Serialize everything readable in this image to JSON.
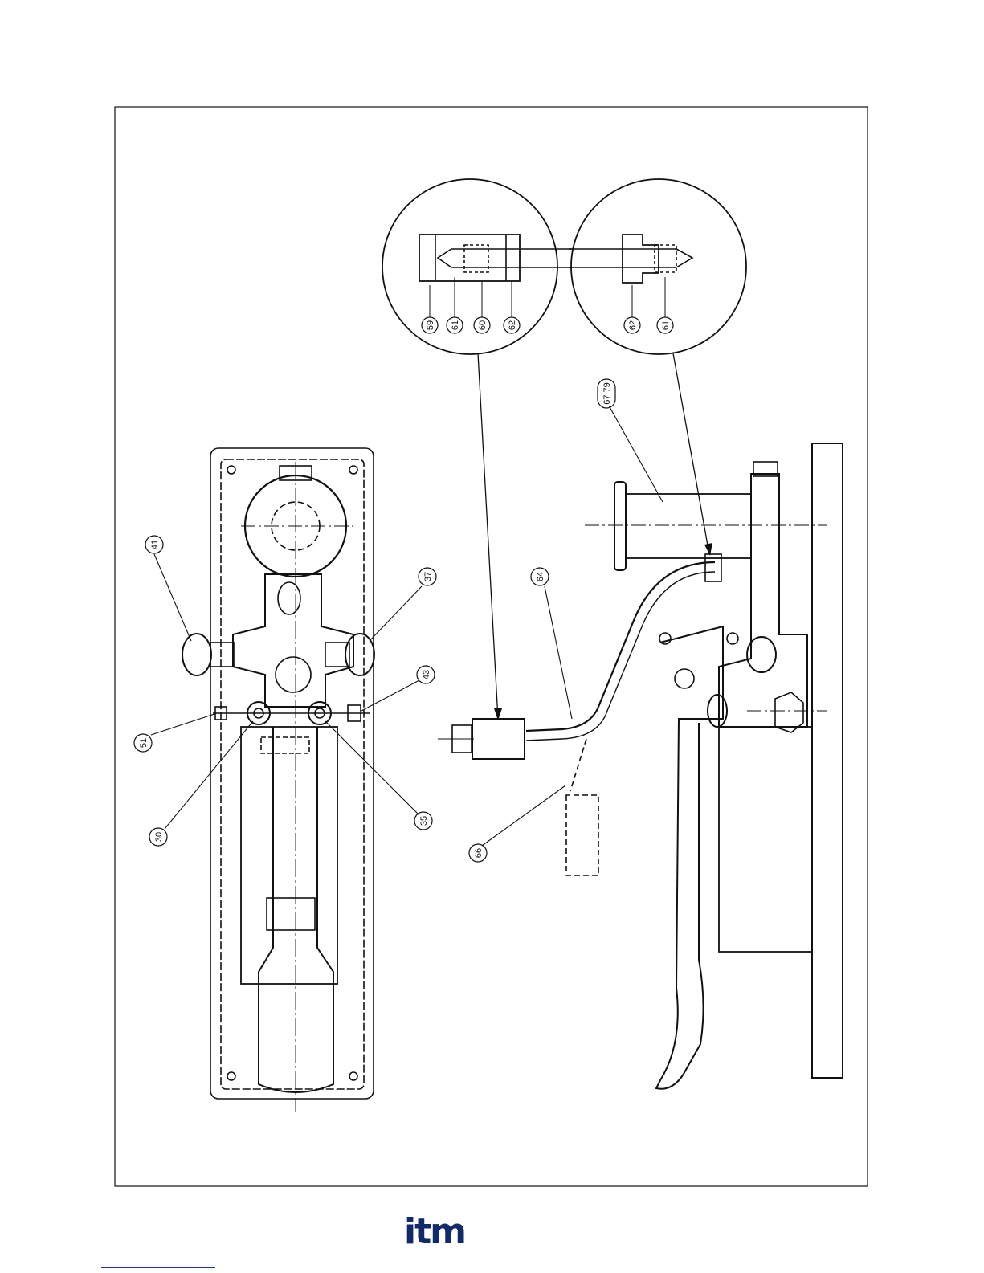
{
  "diagram": {
    "callouts": {
      "c41": "41",
      "c37": "37",
      "c43": "43",
      "c51": "51",
      "c30": "30",
      "c35": "35",
      "c64": "64",
      "c66": "66",
      "c6779": "67 79",
      "c59": "59",
      "c61a": "61",
      "c60": "60",
      "c62a": "62",
      "c62b": "62",
      "c61b": "61"
    }
  },
  "footer": {
    "logo": "itm"
  },
  "colors": {
    "line": "#111111",
    "logo": "#102a6b",
    "link": "#2233aa"
  }
}
